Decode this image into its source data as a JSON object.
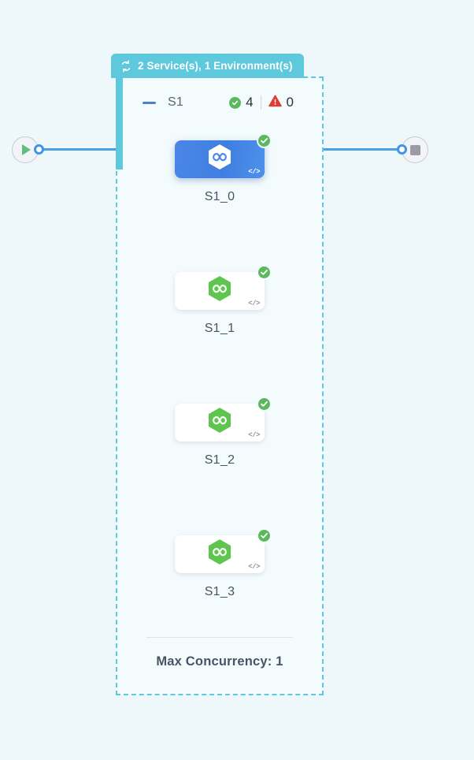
{
  "theme": {
    "canvas_bg": "#eef7fa",
    "group_accent": "#5ec8dd",
    "group_fill": "#f4fbfd",
    "edge_color": "#4a9fe8",
    "selected_node_color": "#4a86e8",
    "node_icon_color": "#5ec64f",
    "success_color": "#5cb85c",
    "error_color": "#e03b32",
    "text_color": "#4b5264"
  },
  "group": {
    "header": {
      "icon": "sync-loop-icon",
      "label": "2 Service(s), 1 Environment(s)"
    },
    "service": {
      "collapse_icon": "minus-icon",
      "name": "S1",
      "counters": [
        {
          "icon": "check-circle-icon",
          "value": "4",
          "status": "success"
        },
        {
          "icon": "warning-triangle-icon",
          "value": "0",
          "status": "error"
        }
      ]
    },
    "nodes": [
      {
        "label": "S1_0",
        "icon": "hexagon-infinity-icon",
        "badge": "check-circle-icon",
        "corner_icon": "code-icon",
        "corner_glyph": "</>",
        "selected": true
      },
      {
        "label": "S1_1",
        "icon": "hexagon-infinity-icon",
        "badge": "check-circle-icon",
        "corner_icon": "code-icon",
        "corner_glyph": "</>",
        "selected": false
      },
      {
        "label": "S1_2",
        "icon": "hexagon-infinity-icon",
        "badge": "check-circle-icon",
        "corner_icon": "code-icon",
        "corner_glyph": "</>",
        "selected": false
      },
      {
        "label": "S1_3",
        "icon": "hexagon-infinity-icon",
        "badge": "check-circle-icon",
        "corner_icon": "code-icon",
        "corner_glyph": "</>",
        "selected": false
      }
    ],
    "footer": {
      "text": "Max Concurrency: 1"
    }
  },
  "terminals": {
    "start": {
      "icon": "play-icon"
    },
    "end": {
      "icon": "stop-square-icon"
    }
  }
}
